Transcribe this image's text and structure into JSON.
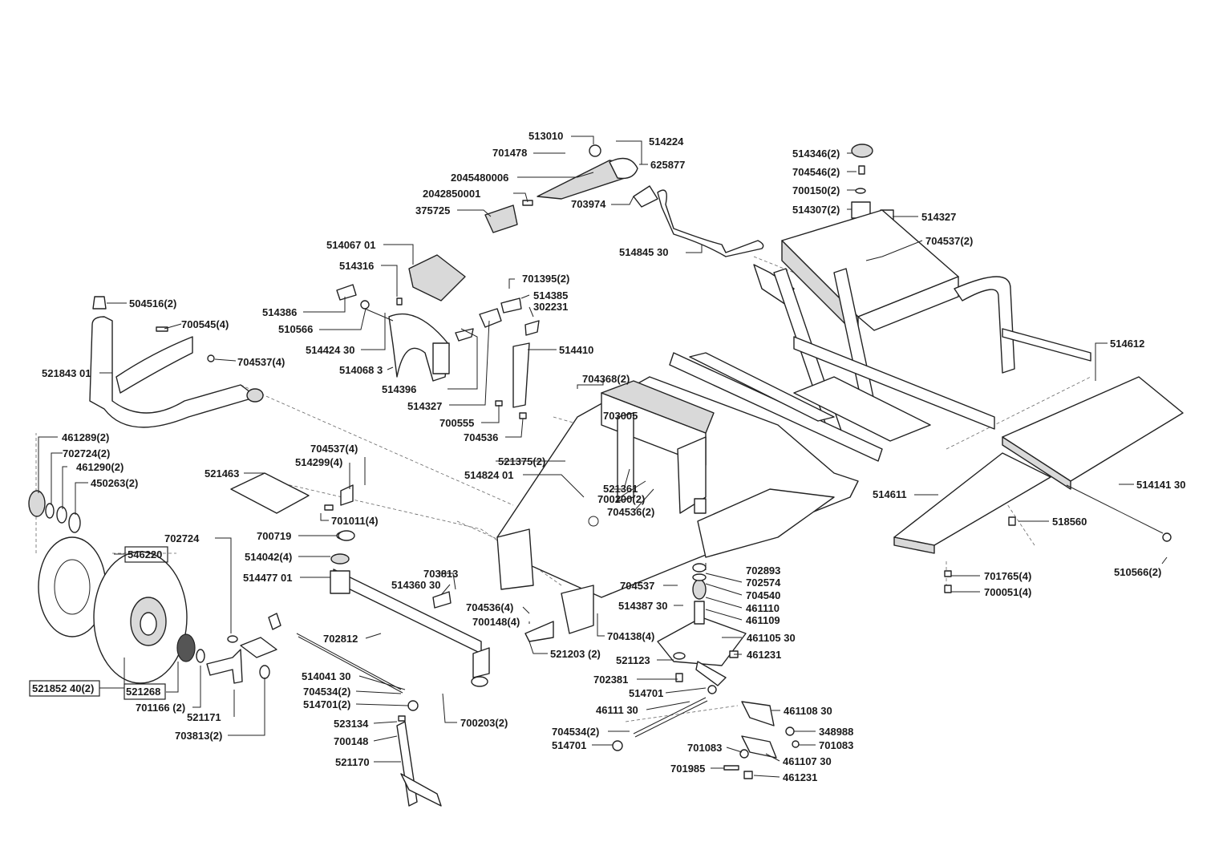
{
  "diagram": {
    "labels": [
      {
        "id": "513010",
        "text": "513010"
      },
      {
        "id": "514224",
        "text": "514224"
      },
      {
        "id": "701478",
        "text": "701478"
      },
      {
        "id": "625877",
        "text": "625877"
      },
      {
        "id": "2045480006",
        "text": "2045480006"
      },
      {
        "id": "2042850001",
        "text": "2042850001"
      },
      {
        "id": "703974",
        "text": "703974"
      },
      {
        "id": "375725",
        "text": "375725"
      },
      {
        "id": "514845-30",
        "text": "514845 30"
      },
      {
        "id": "514346-2",
        "text": "514346(2)"
      },
      {
        "id": "704546-2",
        "text": "704546(2)"
      },
      {
        "id": "700150-2",
        "text": "700150(2)"
      },
      {
        "id": "514307-2",
        "text": "514307(2)"
      },
      {
        "id": "514327-top",
        "text": "514327"
      },
      {
        "id": "704537-2",
        "text": "704537(2)"
      },
      {
        "id": "514067-01",
        "text": "514067 01"
      },
      {
        "id": "514316",
        "text": "514316"
      },
      {
        "id": "701395-2",
        "text": "701395(2)"
      },
      {
        "id": "514385",
        "text": "514385"
      },
      {
        "id": "514386",
        "text": "514386"
      },
      {
        "id": "302231",
        "text": "302231"
      },
      {
        "id": "510566",
        "text": "510566"
      },
      {
        "id": "514424-30",
        "text": "514424 30"
      },
      {
        "id": "514410",
        "text": "514410"
      },
      {
        "id": "514068-3",
        "text": "514068 3"
      },
      {
        "id": "514396",
        "text": "514396"
      },
      {
        "id": "514327-mid",
        "text": "514327"
      },
      {
        "id": "700555",
        "text": "700555"
      },
      {
        "id": "704536",
        "text": "704536"
      },
      {
        "id": "504516-2",
        "text": "504516(2)"
      },
      {
        "id": "700545-4",
        "text": "700545(4)"
      },
      {
        "id": "704537-4-a",
        "text": "704537(4)"
      },
      {
        "id": "521843-01",
        "text": "521843 01"
      },
      {
        "id": "704368-2",
        "text": "704368(2)"
      },
      {
        "id": "703005",
        "text": "703005"
      },
      {
        "id": "514612",
        "text": "514612"
      },
      {
        "id": "461289-2",
        "text": "461289(2)"
      },
      {
        "id": "702724-2",
        "text": "702724(2)"
      },
      {
        "id": "461290-2",
        "text": "461290(2)"
      },
      {
        "id": "450263-2",
        "text": "450263(2)"
      },
      {
        "id": "704537-4-b",
        "text": "704537(4)"
      },
      {
        "id": "514299-4",
        "text": "514299(4)"
      },
      {
        "id": "521463",
        "text": "521463"
      },
      {
        "id": "521375-2",
        "text": "521375(2)"
      },
      {
        "id": "514824-01",
        "text": "514824 01"
      },
      {
        "id": "521361",
        "text": "521361"
      },
      {
        "id": "700200-2",
        "text": "700200(2)"
      },
      {
        "id": "704536-2",
        "text": "704536(2)"
      },
      {
        "id": "701011-4",
        "text": "701011(4)"
      },
      {
        "id": "514611",
        "text": "514611"
      },
      {
        "id": "514141-30",
        "text": "514141 30"
      },
      {
        "id": "518560",
        "text": "518560"
      },
      {
        "id": "702724",
        "text": "702724"
      },
      {
        "id": "700719",
        "text": "700719"
      },
      {
        "id": "546220",
        "text": "546220"
      },
      {
        "id": "514042-4",
        "text": "514042(4)"
      },
      {
        "id": "514477-01",
        "text": "514477 01"
      },
      {
        "id": "703813",
        "text": "703813"
      },
      {
        "id": "514360-30",
        "text": "514360 30"
      },
      {
        "id": "702893",
        "text": "702893"
      },
      {
        "id": "702574",
        "text": "702574"
      },
      {
        "id": "704537",
        "text": "704537"
      },
      {
        "id": "704540",
        "text": "704540"
      },
      {
        "id": "514387-30",
        "text": "514387 30"
      },
      {
        "id": "461110",
        "text": "461110"
      },
      {
        "id": "461109",
        "text": "461109"
      },
      {
        "id": "510566-2",
        "text": "510566(2)"
      },
      {
        "id": "701765-4",
        "text": "701765(4)"
      },
      {
        "id": "700051-4",
        "text": "700051(4)"
      },
      {
        "id": "704536-4",
        "text": "704536(4)"
      },
      {
        "id": "700148-4",
        "text": "700148(4)"
      },
      {
        "id": "702812",
        "text": "702812"
      },
      {
        "id": "704138-4",
        "text": "704138(4)"
      },
      {
        "id": "461105-30",
        "text": "461105 30"
      },
      {
        "id": "521203-2",
        "text": "521203 (2)"
      },
      {
        "id": "521123",
        "text": "521123"
      },
      {
        "id": "461231-a",
        "text": "461231"
      },
      {
        "id": "514041-30",
        "text": "514041 30"
      },
      {
        "id": "702381",
        "text": "702381"
      },
      {
        "id": "521852-40-2",
        "text": "521852 40(2)"
      },
      {
        "id": "521268",
        "text": "521268"
      },
      {
        "id": "704534-2-a",
        "text": "704534(2)"
      },
      {
        "id": "514701-2",
        "text": "514701(2)"
      },
      {
        "id": "514701-a",
        "text": "514701"
      },
      {
        "id": "701166-2",
        "text": "701166 (2)"
      },
      {
        "id": "521171",
        "text": "521171"
      },
      {
        "id": "46111-30",
        "text": "46111 30"
      },
      {
        "id": "461108-30",
        "text": "461108 30"
      },
      {
        "id": "703813-2",
        "text": "703813(2)"
      },
      {
        "id": "523134",
        "text": "523134"
      },
      {
        "id": "700203-2",
        "text": "700203(2)"
      },
      {
        "id": "704534-2-b",
        "text": "704534(2)"
      },
      {
        "id": "348988",
        "text": "348988"
      },
      {
        "id": "700148",
        "text": "700148"
      },
      {
        "id": "514701-b",
        "text": "514701"
      },
      {
        "id": "701083-a",
        "text": "701083"
      },
      {
        "id": "701083-b",
        "text": "701083"
      },
      {
        "id": "521170",
        "text": "521170"
      },
      {
        "id": "461107-30",
        "text": "461107 30"
      },
      {
        "id": "701985",
        "text": "701985"
      },
      {
        "id": "461231-b",
        "text": "461231"
      }
    ]
  }
}
